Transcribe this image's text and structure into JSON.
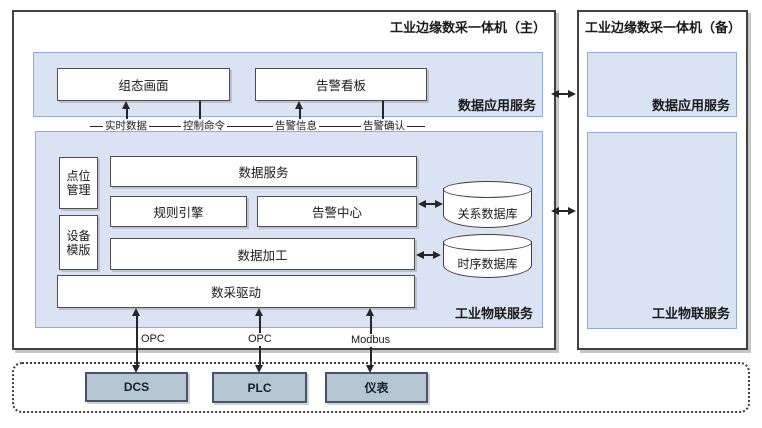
{
  "main_panel": {
    "title": "工业边缘数采一体机（主）",
    "app_layer": {
      "label": "数据应用服务",
      "hmi_screen": "组态画面",
      "alarm_board": "告警看板"
    },
    "flows": {
      "realtime_data": "实时数据",
      "control_command": "控制命令",
      "alarm_info": "告警信息",
      "alarm_ack": "告警确认"
    },
    "iot_layer": {
      "label": "工业物联服务",
      "point_management": "点位管理",
      "device_template": "设备模版",
      "data_service": "数据服务",
      "rule_engine": "规则引擎",
      "alarm_center": "告警中心",
      "data_processing": "数据加工",
      "daq_driver": "数采驱动",
      "relational_db": "关系数据库",
      "timeseries_db": "时序数据库"
    },
    "protocols": {
      "left": "OPC",
      "middle": "OPC",
      "right": "Modbus"
    }
  },
  "backup_panel": {
    "title": "工业边缘数采一体机（备）",
    "app_layer_label": "数据应用服务",
    "iot_layer_label": "工业物联服务"
  },
  "field_devices": {
    "dcs": "DCS",
    "plc": "PLC",
    "instrument": "仪表"
  },
  "colors": {
    "layer_fill": "#dae3f3",
    "layer_border": "#8faadc",
    "device_fill": "#b5c6d2",
    "device_border": "#44546a",
    "box_border": "#404040",
    "line": "#262626"
  }
}
